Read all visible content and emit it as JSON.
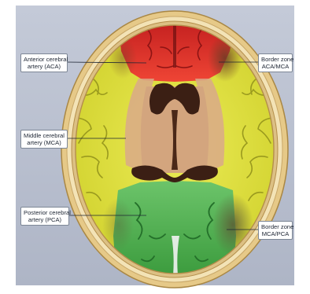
{
  "labels": {
    "aca": {
      "line1": "Anterior cerebral",
      "line2": "artery (ACA)"
    },
    "mca": {
      "line1": "Middle cerebral",
      "line2": "artery (MCA)"
    },
    "pca": {
      "line1": "Posterior cerebral",
      "line2": "artery (PCA)"
    },
    "border_aca_mca": {
      "line1": "Border zone",
      "line2": "ACA/MCA"
    },
    "border_mca_pca": {
      "line1": "Border zone",
      "line2": "MCA/PCA"
    }
  },
  "territory_colors": {
    "aca": "#e23a2c",
    "mca": "#e2e23b",
    "pca": "#48ad4a",
    "border_aca_mca": "#8a5a3a",
    "border_mca_pca": "#6a6a40",
    "background": "#b9c0cf",
    "skull": "#eed9a3"
  }
}
